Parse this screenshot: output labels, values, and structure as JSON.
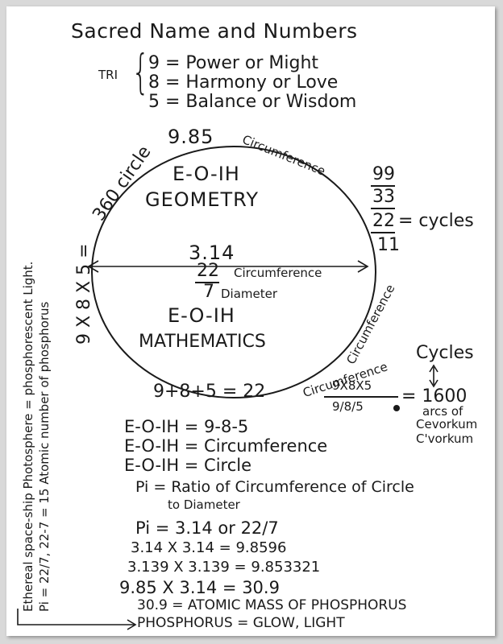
{
  "title": "Sacred Name and Numbers",
  "tri": {
    "label": "TRI",
    "lines": [
      "9 = Power or Might",
      "8 = Harmony or Love",
      "5 = Balance or Wisdom"
    ]
  },
  "circle": {
    "top_value": "9.85",
    "top_circumference": "Circumference",
    "left_arc": "360 circle",
    "upper_title": "E-O-IH",
    "upper_sub": "GEOMETRY",
    "diameter_value": "3.14",
    "frac_num": "22",
    "frac_num_label": "Circumference",
    "frac_den": "7",
    "frac_den_label": "Diameter",
    "lower_title": "E-O-IH",
    "lower_sub": "MATHEMATICS",
    "right_arc": "Circumference",
    "bottom_sum": "9+8+5 = 22",
    "bottom_circumference": "Circumference"
  },
  "cycles_stack": {
    "n1": "99",
    "n2": "33",
    "n3": "22",
    "n3_label": "= cycles",
    "n4": "11"
  },
  "arcs": {
    "cycles_label": "Cycles",
    "numerator": "9X8X5",
    "denominator": "9/8/5",
    "result": "= 1600",
    "line2": "arcs of",
    "line3": "Cevorkum",
    "line4": "C'vorkum"
  },
  "left_margin": {
    "outer": "Ethereal space-ship Photosphere = phosphorescent Light.",
    "inner": "Pi = 22/7, 22-7 = 15 Atomic number of phosphorus",
    "product": "9 X 8 X 5 ="
  },
  "equations": [
    "E-O-IH = 9-8-5",
    "E-O-IH = Circumference",
    "E-O-IH = Circle",
    "Pi = Ratio of Circumference of Circle",
    "to Diameter",
    "Pi = 3.14 or 22/7",
    "3.14 X 3.14 = 9.8596",
    "3.139 X 3.139 = 9.853321",
    "9.85 X 3.14 = 30.9",
    "30.9 = ATOMIC MASS OF PHOSPHORUS",
    "PHOSPHORUS = GLOW, LIGHT"
  ]
}
